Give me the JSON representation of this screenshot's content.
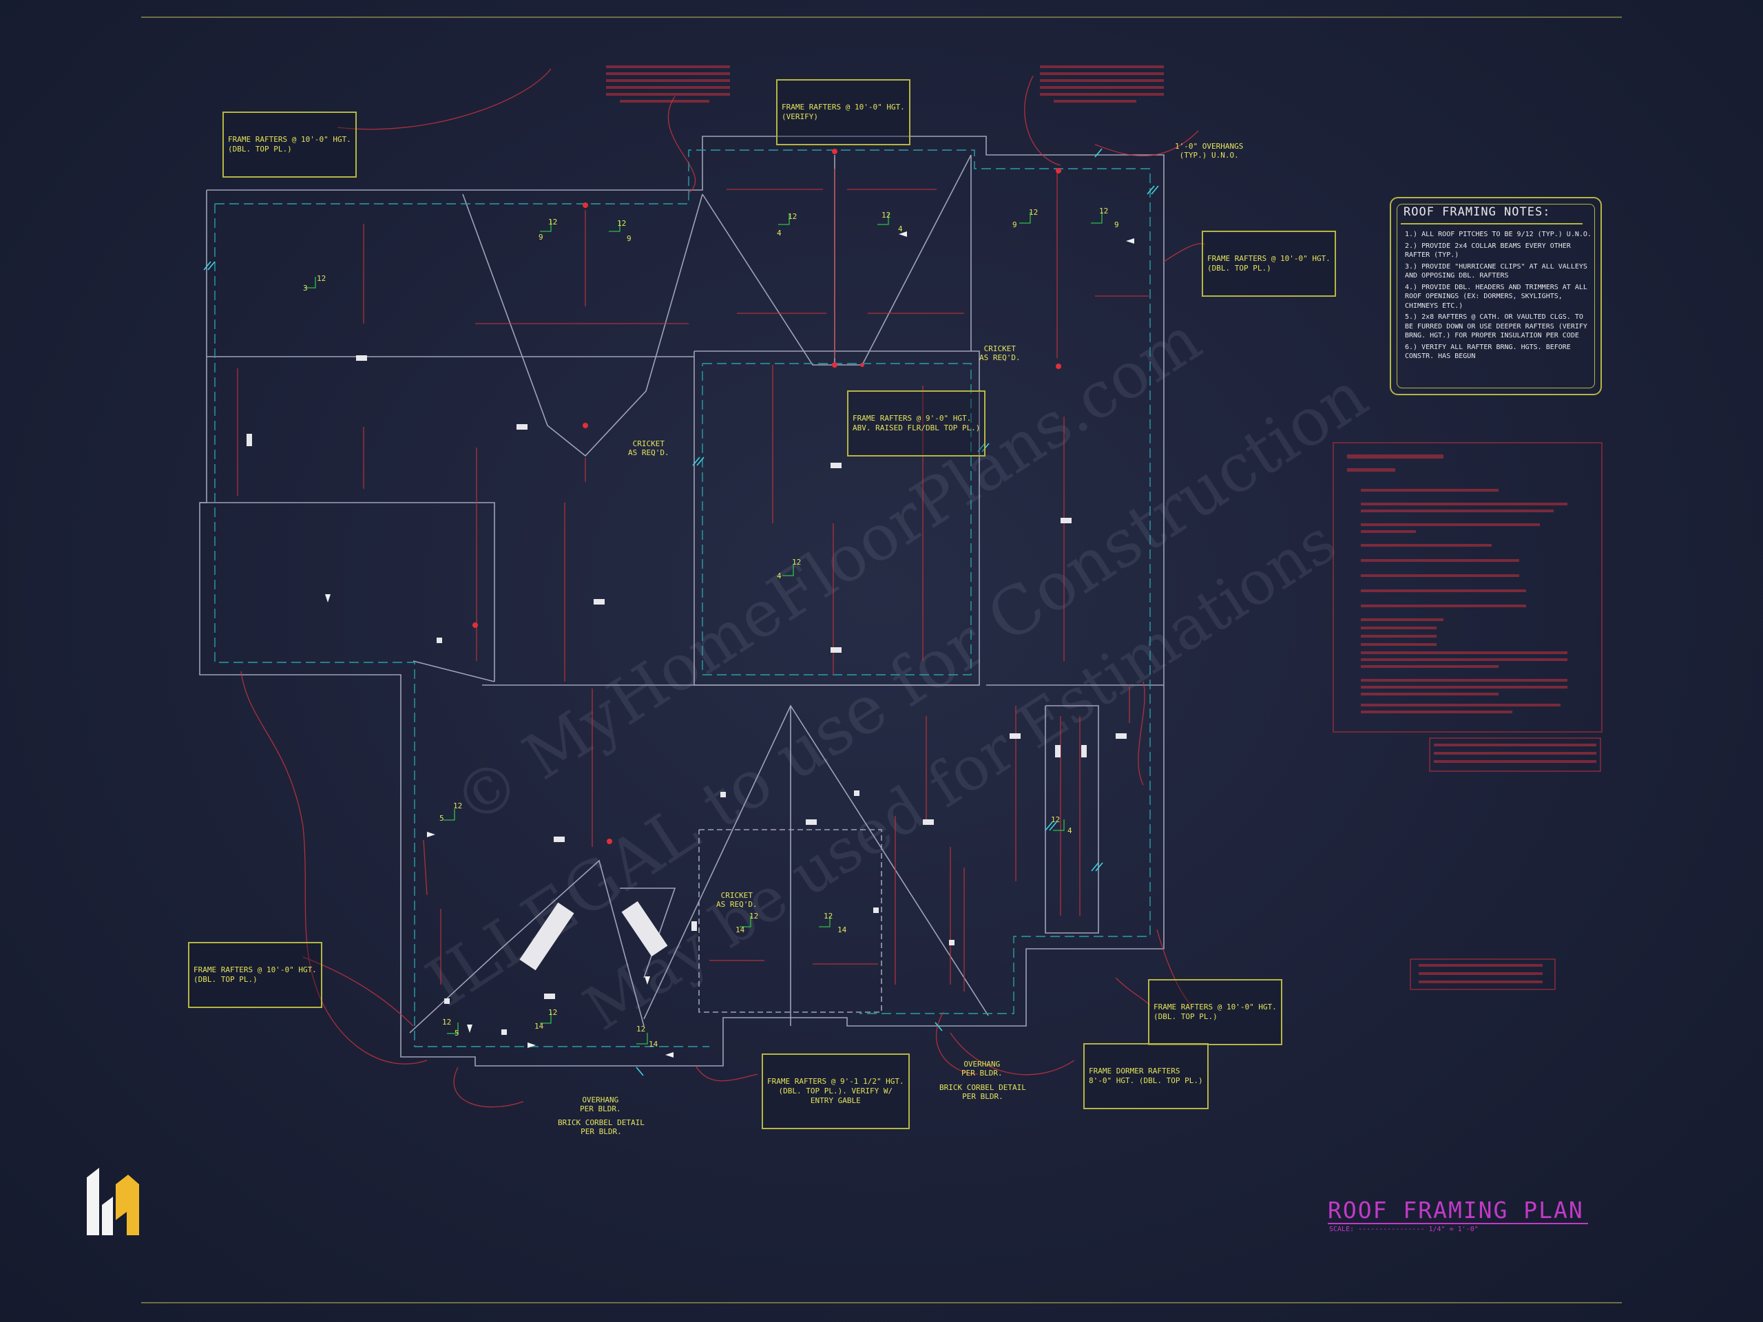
{
  "title": {
    "main": "ROOF FRAMING PLAN",
    "scale": "SCALE: ---------------- 1/4\" = 1'-0\""
  },
  "watermark": {
    "line1": "© MyHomeFloorPlans.com",
    "line2": "ILLEGAL to use for Construction",
    "line3": "May be used for Estimations"
  },
  "notes": {
    "title": "ROOF FRAMING NOTES:",
    "items": [
      "1.) ALL ROOF PITCHES TO BE 9/12 (TYP.) U.N.O.",
      "2.) PROVIDE 2x4 COLLAR BEAMS EVERY OTHER RAFTER (TYP.)",
      "3.) PROVIDE \"HURRICANE CLIPS\" AT ALL VALLEYS AND OPPOSING DBL. RAFTERS",
      "4.) PROVIDE DBL. HEADERS AND TRIMMERS AT ALL ROOF OPENINGS (EX: DORMERS, SKYLIGHTS, CHIMNEYS ETC.)",
      "5.) 2x8 RAFTERS @ CATH. OR VAULTED CLGS. TO BE FURRED DOWN OR USE DEEPER RAFTERS (VERIFY BRNG. HGT.) FOR PROPER INSULATION PER CODE",
      "6.) VERIFY ALL RAFTER BRNG. HGTS. BEFORE CONSTR. HAS BEGUN"
    ]
  },
  "annotations": {
    "frame_top_left": [
      "FRAME RAFTERS @ 10'-0\" HGT.",
      "(DBL. TOP PL.)"
    ],
    "frame_top_center": [
      "FRAME RAFTERS @ 10'-0\" HGT.",
      "(VERIFY)"
    ],
    "frame_right": [
      "FRAME RAFTERS @ 10'-0\" HGT.",
      "(DBL. TOP PL.)"
    ],
    "frame_center": [
      "FRAME RAFTERS @ 9'-0\" HGT.",
      "ABV. RAISED FLR/DBL TOP PL.)"
    ],
    "frame_bottom_left": [
      "FRAME RAFTERS @ 10'-0\" HGT.",
      "(DBL. TOP PL.)"
    ],
    "frame_bottom_right": [
      "FRAME RAFTERS @ 10'-0\" HGT.",
      "(DBL. TOP PL.)"
    ],
    "frame_dormer": [
      "FRAME DORMER RAFTERS",
      "8'-0\" HGT. (DBL. TOP PL.)"
    ],
    "frame_entry": [
      "FRAME RAFTERS @ 9'-1 1/2\" HGT.",
      "(DBL. TOP PL.). VERIFY W/",
      "ENTRY GABLE"
    ],
    "overhangs_typ": [
      "1'-0\" OVERHANGS",
      "(TYP.) U.N.O."
    ],
    "cricket_1": [
      "CRICKET",
      "AS REQ'D."
    ],
    "cricket_2": [
      "CRICKET",
      "AS REQ'D."
    ],
    "cricket_3": [
      "CRICKET",
      "AS REQ'D."
    ],
    "overhang_1": [
      "OVERHANG",
      "PER BLDR."
    ],
    "overhang_2": [
      "OVERHANG",
      "PER BLDR."
    ],
    "brick_1": [
      "BRICK CORBEL DETAIL",
      "PER BLDR."
    ],
    "brick_2": [
      "BRICK CORBEL DETAIL",
      "PER BLDR."
    ]
  },
  "pitches": {
    "rise": "12",
    "p9": "9",
    "p4": "4",
    "p14": "14",
    "p5": "5",
    "p3": "3"
  },
  "colors": {
    "outline": "#9fa3b8",
    "framing": "#c8323c",
    "overhang": "#2a9fa8",
    "annotation": "#b6b642",
    "title": "#c23ac8",
    "logo": "#f0b92c"
  }
}
